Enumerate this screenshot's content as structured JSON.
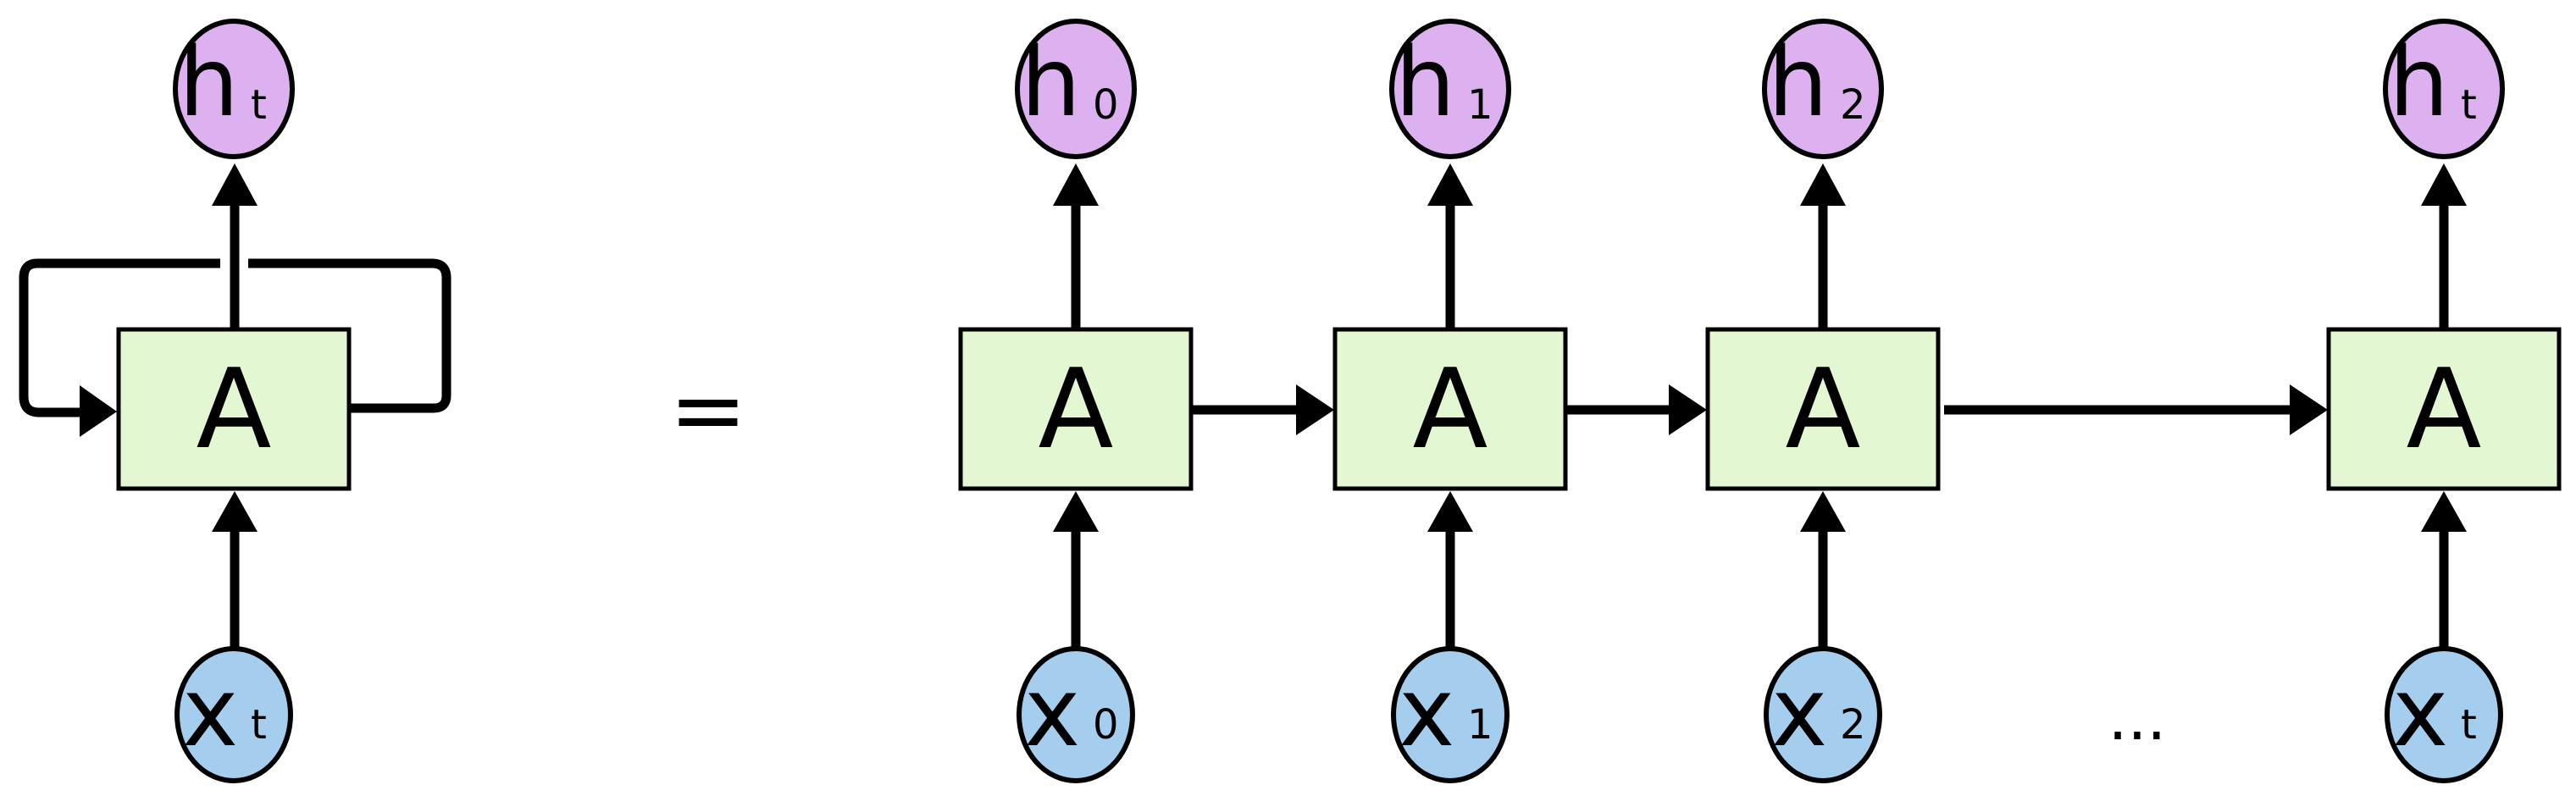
{
  "colors": {
    "cell_fill": "#e2f7d2",
    "output_fill": "#ddb0ef",
    "input_fill": "#a5cdee",
    "stroke": "#000000",
    "background": "#ffffff"
  },
  "rolled": {
    "cell_label": "A",
    "output": {
      "main": "h",
      "sub": "t"
    },
    "input": {
      "main": "x",
      "sub": "t"
    }
  },
  "equals_sign": "=",
  "ellipsis": "...",
  "unrolled": [
    {
      "cell_label": "A",
      "output": {
        "main": "h",
        "sub": "0"
      },
      "input": {
        "main": "x",
        "sub": "0"
      }
    },
    {
      "cell_label": "A",
      "output": {
        "main": "h",
        "sub": "1"
      },
      "input": {
        "main": "x",
        "sub": "1"
      }
    },
    {
      "cell_label": "A",
      "output": {
        "main": "h",
        "sub": "2"
      },
      "input": {
        "main": "x",
        "sub": "2"
      }
    },
    {
      "cell_label": "A",
      "output": {
        "main": "h",
        "sub": "t"
      },
      "input": {
        "main": "x",
        "sub": "t"
      }
    }
  ]
}
